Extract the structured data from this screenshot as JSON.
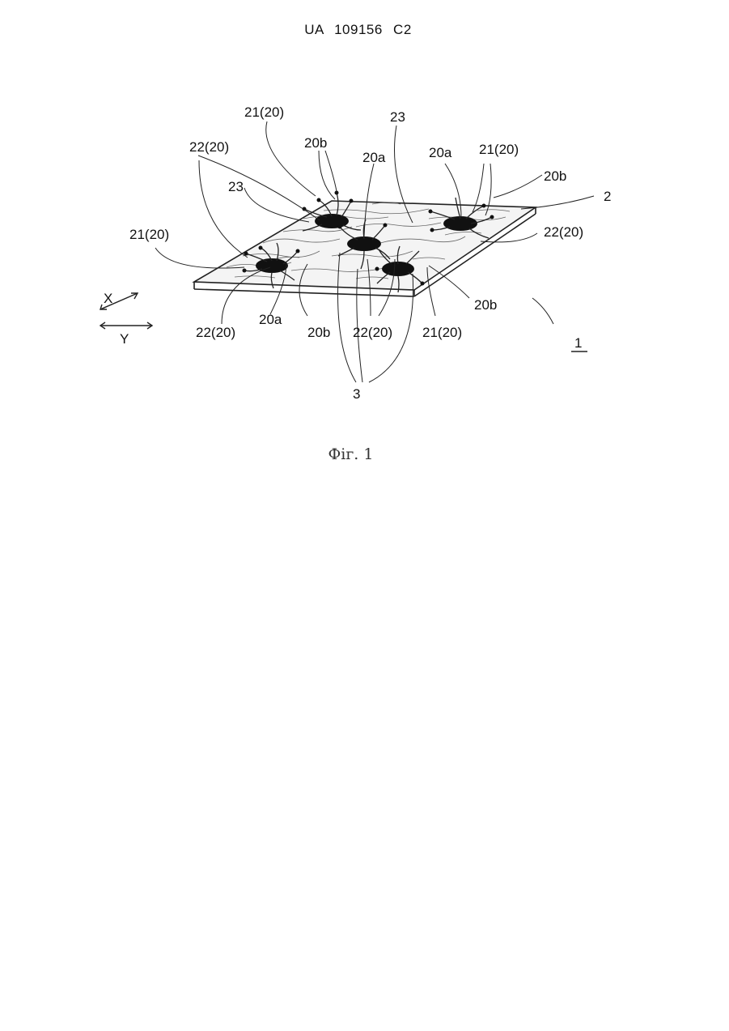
{
  "header": {
    "doc_number": "UA   109156   C2"
  },
  "figure": {
    "labels": {
      "fiber_21_top": "21(20)",
      "label_23_top": "23",
      "fiber_22_topleft": "22(20)",
      "end_20b_top": "20b",
      "end_20a_top": "20a",
      "end_20a_right": "20a",
      "fiber_21_right": "21(20)",
      "end_20b_right": "20b",
      "sheet_2": "2",
      "label_23_left": "23",
      "fiber_21_left": "21(20)",
      "fiber_22_right": "22(20)",
      "axis_x": "X",
      "axis_y": "Y",
      "end_20b_lowright": "20b",
      "fiber_22_bottomleft": "22(20)",
      "end_20a_bottom": "20a",
      "end_20b_bottom": "20b",
      "fiber_22_bottom": "22(20)",
      "fiber_21_bottom": "21(20)",
      "ref_1": "1",
      "particle_3": "3"
    }
  },
  "caption": "Фіг. 1"
}
